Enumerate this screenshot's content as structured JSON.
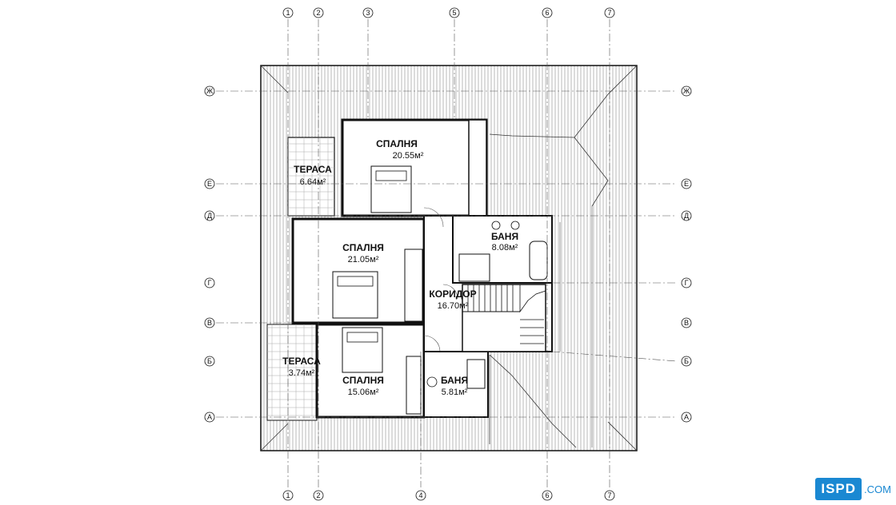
{
  "axes": {
    "columns_top": [
      "1",
      "2",
      "3",
      "5",
      "6",
      "7"
    ],
    "columns_bottom": [
      "1",
      "2",
      "4",
      "6",
      "7"
    ],
    "rows": [
      "Ж",
      "Е",
      "Д",
      "Г",
      "В",
      "Б",
      "А"
    ]
  },
  "rooms": [
    {
      "id": "bedroom-top",
      "name": "СПАЛНЯ",
      "area": "20.55м²"
    },
    {
      "id": "terrace-top",
      "name": "ТЕРАСА",
      "area": "6.64м²"
    },
    {
      "id": "bedroom-middle",
      "name": "СПАЛНЯ",
      "area": "21.05м²"
    },
    {
      "id": "bathroom-top",
      "name": "БАНЯ",
      "area": "8.08м²"
    },
    {
      "id": "corridor",
      "name": "КОРИДОР",
      "area": "16.70м²"
    },
    {
      "id": "terrace-bottom",
      "name": "ТЕРАСА",
      "area": "3.74м²"
    },
    {
      "id": "bedroom-bottom",
      "name": "СПАЛНЯ",
      "area": "15.06м²"
    },
    {
      "id": "bathroom-bottom",
      "name": "БАНЯ",
      "area": "5.81м²"
    }
  ],
  "logo": {
    "mark": "ISPD",
    "domain": ".COM"
  },
  "colors": {
    "line": "#111111",
    "hatch": "#8a8a8a",
    "grid": "#555555",
    "logo": "#1a88d2"
  }
}
